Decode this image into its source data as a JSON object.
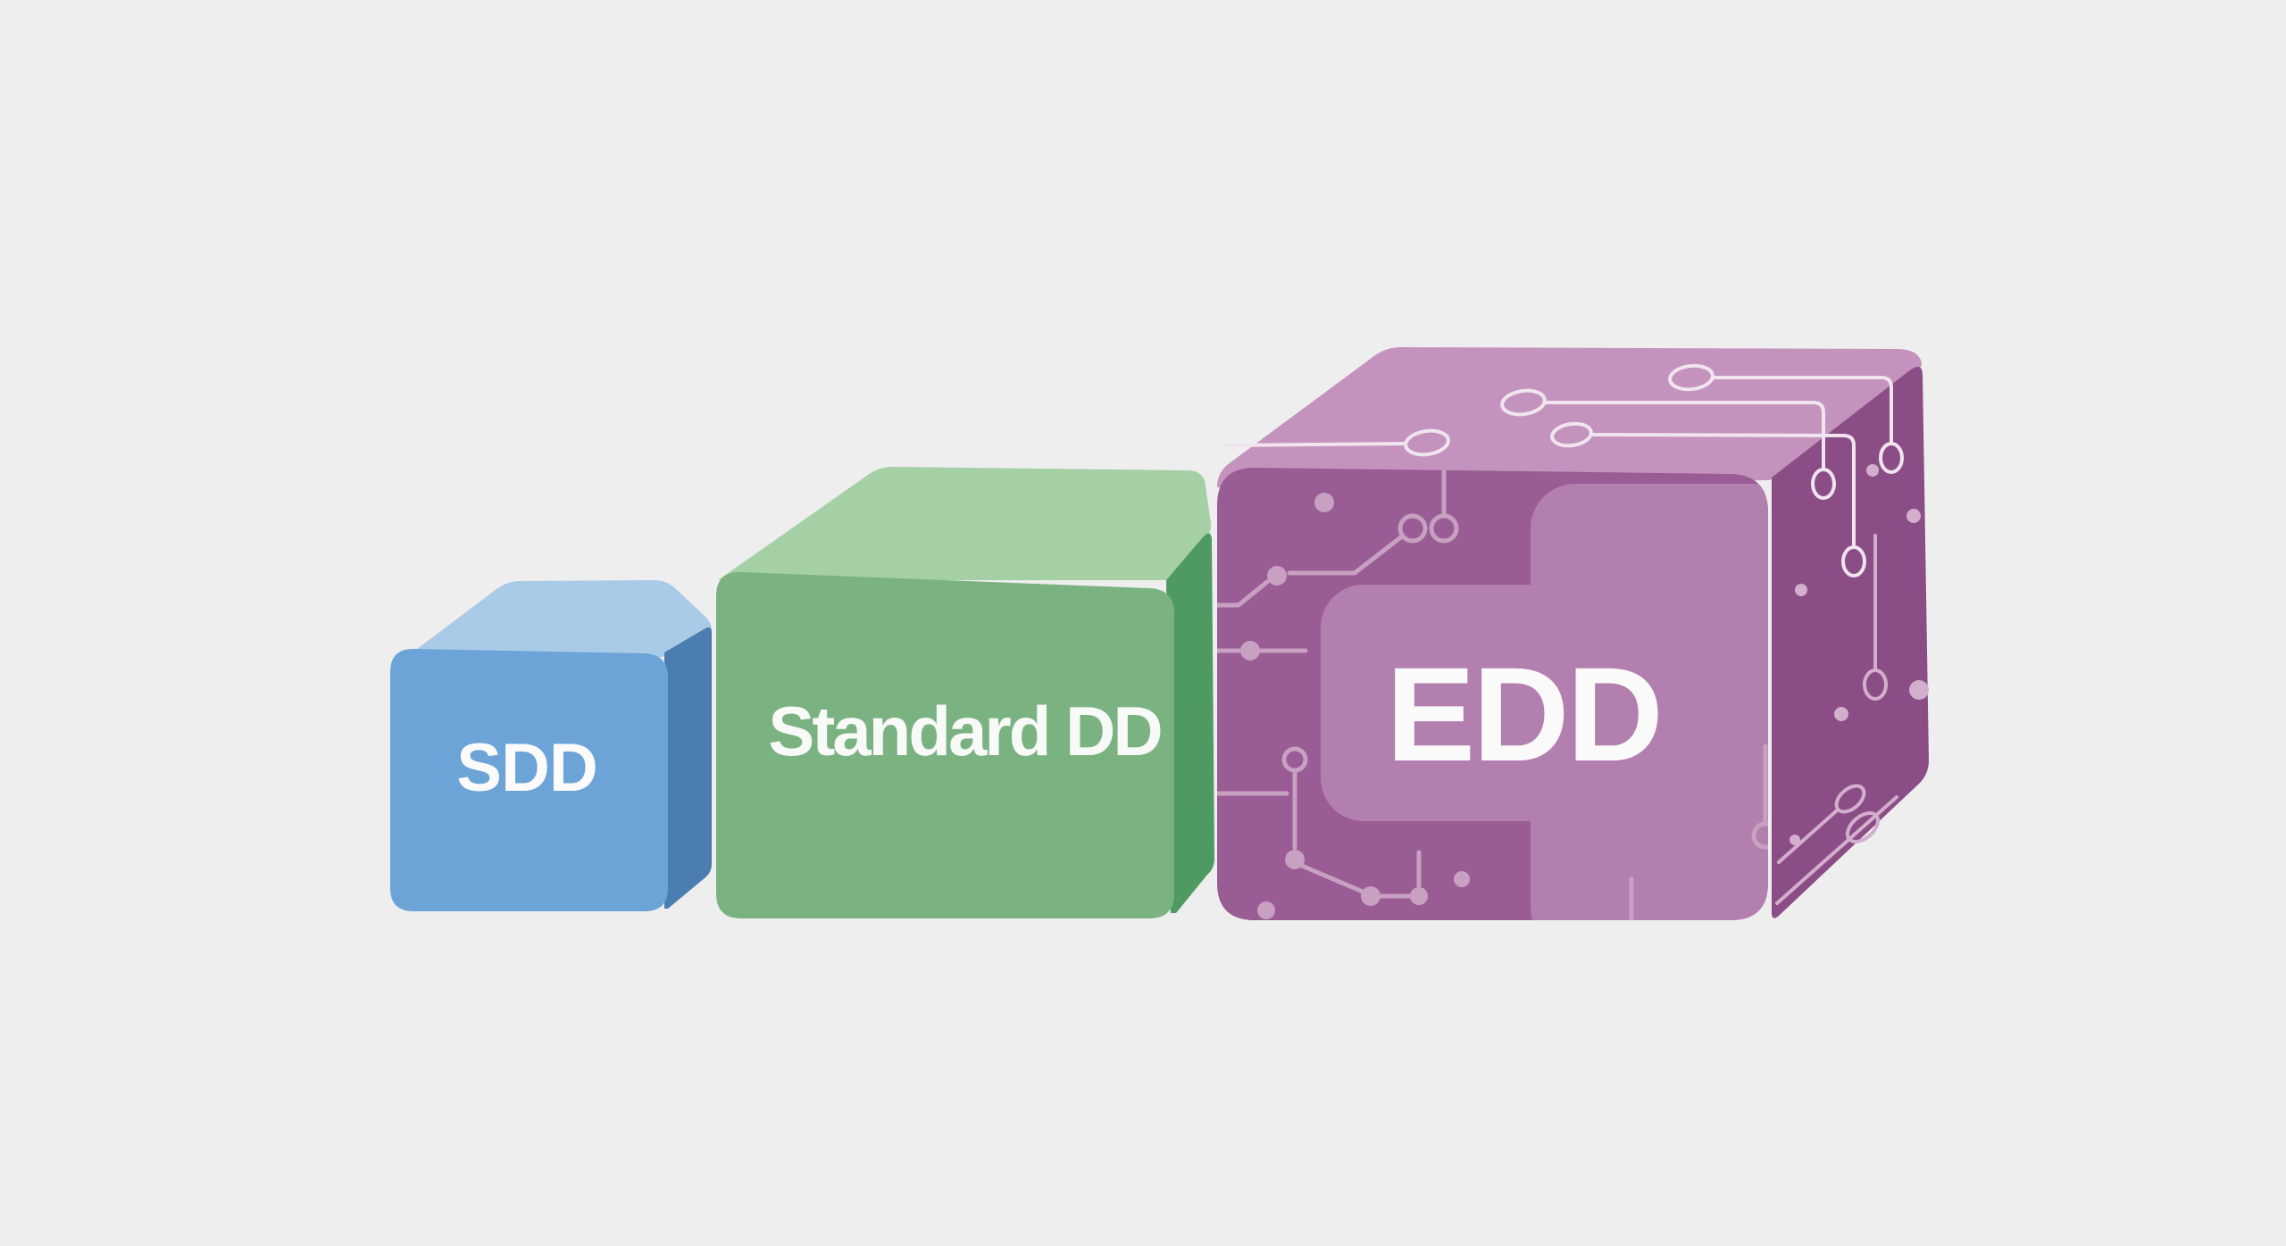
{
  "background_color": "#efeeee",
  "illustration": {
    "description_label": "",
    "cubes": [
      {
        "id": "sdd",
        "label": "SDD",
        "label_color": "#fbfbfb",
        "colors": {
          "front": "#6ca4d8",
          "top": "#a9cbe8",
          "side": "#4b7db1"
        }
      },
      {
        "id": "standard-dd",
        "label": "Standard DD",
        "label_color": "#f7faf6",
        "colors": {
          "front": "#7bb281",
          "top": "#a5cfa5",
          "side": "#4f9a63"
        }
      },
      {
        "id": "edd",
        "label": "EDD",
        "label_color": "#fbfafb",
        "colors": {
          "front": "#9a5c94",
          "top": "#c493bd",
          "side": "#8b4d85",
          "panel": "#b37fae",
          "trace_front": "#c7a0c2",
          "trace_top": "#f0e4ee",
          "trace_side": "#d3aecd"
        }
      }
    ]
  }
}
